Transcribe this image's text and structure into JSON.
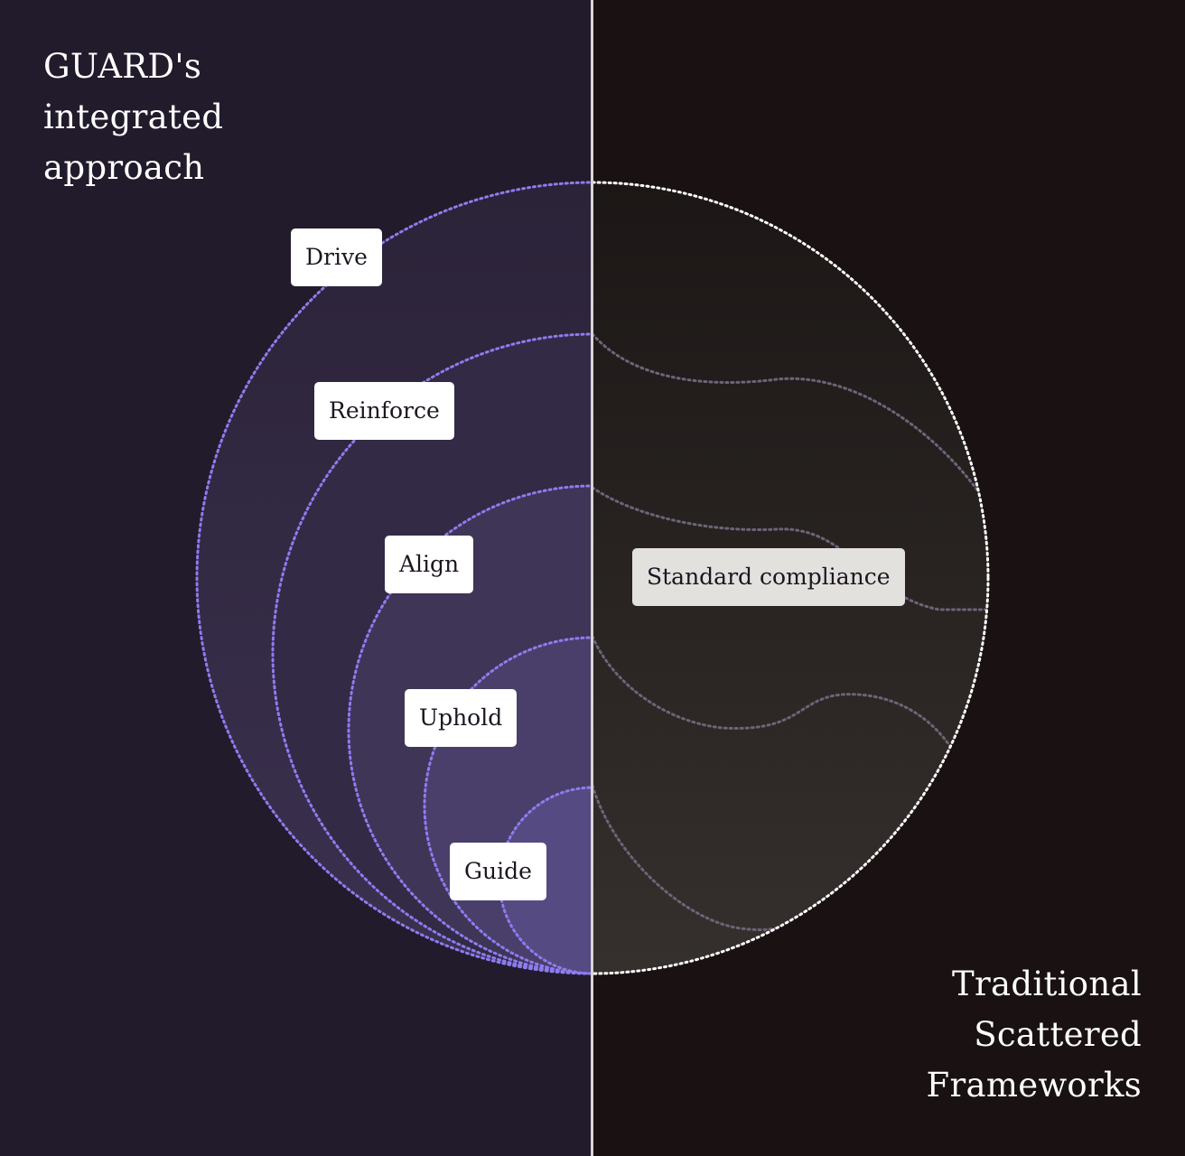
{
  "left_panel": {
    "title_lines": [
      "GUARD's",
      "integrated",
      "approach"
    ],
    "layers": [
      {
        "label": "Drive"
      },
      {
        "label": "Reinforce"
      },
      {
        "label": "Align"
      },
      {
        "label": "Uphold"
      },
      {
        "label": "Guide"
      }
    ],
    "accent_color": "#8d7cf0"
  },
  "right_panel": {
    "title_lines": [
      "Traditional",
      "Scattered",
      "Frameworks"
    ],
    "center_label": "Standard compliance",
    "outline_color": "#ffffff"
  }
}
